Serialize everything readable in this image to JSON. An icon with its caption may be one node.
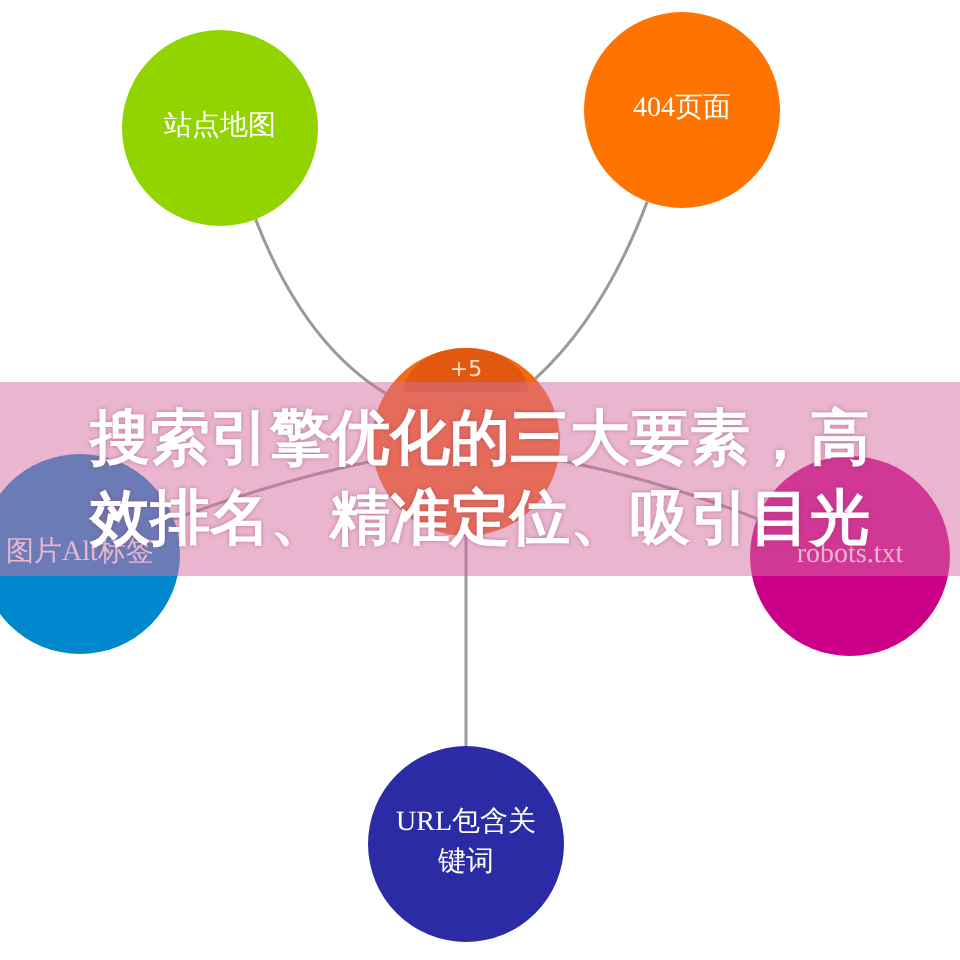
{
  "diagram": {
    "title": "搜索引擎优化的三大要素，高效排名、精准定位、吸引目光",
    "nodes": [
      {
        "text": [
          "站点地图"
        ]
      },
      {
        "text": [
          "404页面"
        ]
      },
      {
        "text": [
          "+5"
        ]
      },
      {
        "text": [
          "图片Alt标签"
        ]
      },
      {
        "text": [
          "robots.txt"
        ]
      },
      {
        "text": [
          "URL包含关键词"
        ]
      }
    ],
    "edges": [
      {
        "from": 2,
        "to": 0,
        "arrow": "none"
      },
      {
        "from": 2,
        "to": 1,
        "arrow": "none"
      },
      {
        "from": 2,
        "to": 3,
        "arrow": "none"
      },
      {
        "from": 2,
        "to": 4,
        "arrow": "none"
      },
      {
        "from": 2,
        "to": 5,
        "arrow": "none"
      }
    ]
  }
}
